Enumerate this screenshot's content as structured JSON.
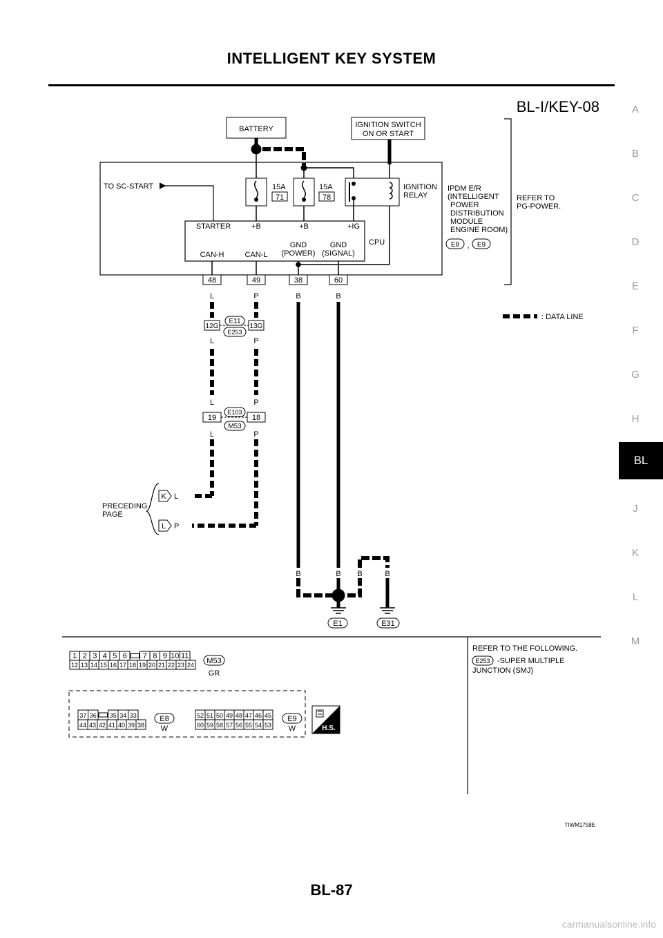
{
  "page": {
    "title": "INTELLIGENT KEY SYSTEM",
    "page_number": "BL-87",
    "watermark": "carmanualsonline.info",
    "side_tabs": [
      "A",
      "B",
      "C",
      "D",
      "E",
      "F",
      "G",
      "H",
      "BL",
      "J",
      "K",
      "L",
      "M"
    ],
    "active_tab": "BL"
  },
  "diagram": {
    "id": "BL-I/KEY-08",
    "battery": "BATTERY",
    "ignition_switch": [
      "IGNITION SWITCH",
      "ON OR START"
    ],
    "to_sc_start": "TO SC-START",
    "fuses": [
      {
        "rating": "15A",
        "number": "71"
      },
      {
        "rating": "15A",
        "number": "78"
      }
    ],
    "ignition_relay": [
      "IGNITION",
      "RELAY"
    ],
    "ipdm": [
      "IPDM E/R",
      "(INTELLIGENT",
      "POWER",
      "DISTRIBUTION",
      "MODULE",
      "ENGINE ROOM)"
    ],
    "ipdm_connectors": [
      "E8",
      ",",
      "E9"
    ],
    "refer_to": [
      "REFER TO",
      "PG-POWER."
    ],
    "cpu_label": "CPU",
    "cpu_top_terminals": [
      "STARTER",
      "+B",
      "+B",
      "+IG"
    ],
    "cpu_bottom_terminals": [
      "CAN-H",
      "CAN-L",
      "GND",
      "(POWER)",
      "GND",
      "(SIGNAL)"
    ],
    "terminal_numbers": [
      "48",
      "49",
      "38",
      "60"
    ],
    "wire_colors_top": [
      "L",
      "P",
      "B",
      "B"
    ],
    "junction_e11": {
      "left": "12G",
      "right": "13G",
      "connectors": [
        "E11",
        "E253"
      ],
      "colors": [
        "L",
        "P"
      ]
    },
    "junction_e103": {
      "colors_above": [
        "L",
        "P"
      ],
      "left": "19",
      "right": "18",
      "connectors": [
        "E103",
        "M53"
      ],
      "colors_below": [
        "L",
        "P"
      ]
    },
    "preceding_page": {
      "label": [
        "PRECEDING",
        "PAGE"
      ],
      "rows": [
        {
          "terminal": "K",
          "color": "L"
        },
        {
          "terminal": "L",
          "color": "P"
        }
      ]
    },
    "ground_colors": [
      "B",
      "B",
      "B",
      "B"
    ],
    "grounds": [
      "E1",
      "E31"
    ],
    "legend": ": DATA LINE",
    "connectors": {
      "m53": {
        "top": [
          "1",
          "2",
          "3",
          "4",
          "5",
          "6",
          "",
          "7",
          "8",
          "9",
          "10",
          "11"
        ],
        "bottom": [
          "12",
          "13",
          "14",
          "15",
          "16",
          "17",
          "18",
          "19",
          "20",
          "21",
          "22",
          "23",
          "24"
        ],
        "label": "M53",
        "color": "GR"
      },
      "e8": {
        "top": [
          "37",
          "36",
          "",
          "35",
          "34",
          "33"
        ],
        "bottom": [
          "44",
          "43",
          "42",
          "41",
          "40",
          "39",
          "38"
        ],
        "label": "E8",
        "color": "W"
      },
      "e9": {
        "top": [
          "52",
          "51",
          "50",
          "49",
          "48",
          "47",
          "46",
          "45"
        ],
        "bottom": [
          "60",
          "59",
          "58",
          "57",
          "56",
          "55",
          "54",
          "53"
        ],
        "label": "E9",
        "color": "W"
      },
      "hs_badge": "H.S."
    },
    "reference": {
      "heading": "REFER TO THE FOLLOWING.",
      "item_connector": "E253",
      "item_text": [
        "-SUPER MULTIPLE",
        "JUNCTION (SMJ)"
      ]
    },
    "figure_code": "TIWM1758E"
  },
  "colors": {
    "ink": "#000000",
    "tab_inactive": "#999999",
    "tab_active_bg": "#000000"
  }
}
